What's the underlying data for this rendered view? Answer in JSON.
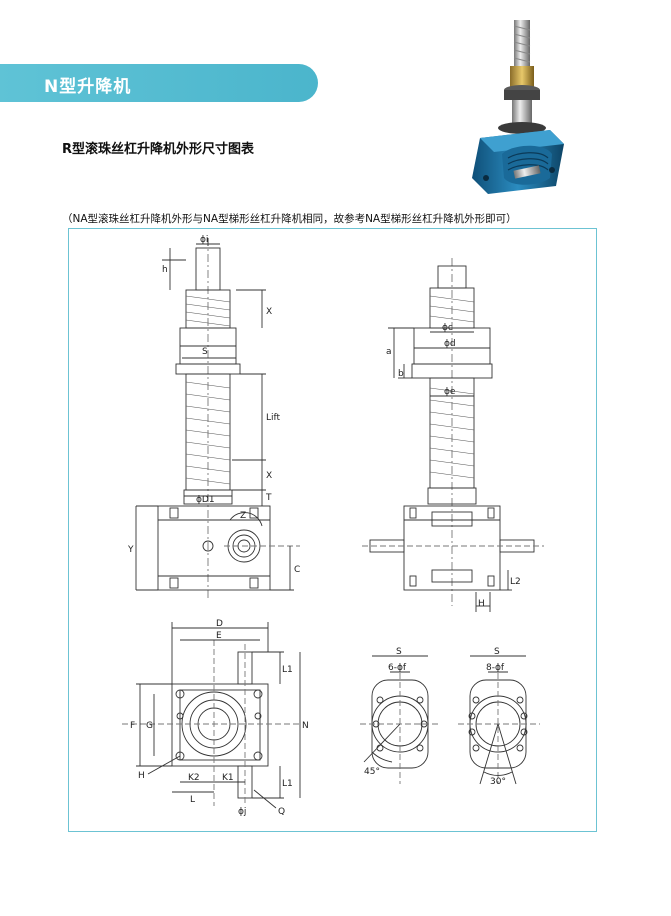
{
  "header": {
    "title": "N型升降机"
  },
  "section": {
    "title": "R型滚珠丝杠升降机外形尺寸图表"
  },
  "note": {
    "text": "（NA型滚珠丝杠升降机外形与NA型梯形丝杠升降机相同，故参考NA型梯形丝杠升降机外形即可）"
  },
  "labels": {
    "phi_i": "ϕi",
    "h": "h",
    "X": "X",
    "S": "S",
    "Lift": "Lift",
    "T": "T",
    "phi_D1": "ϕD1",
    "Z": "Z",
    "Y": "Y",
    "C": "C",
    "phi_c": "ϕc",
    "phi_d": "ϕd",
    "a": "a",
    "b": "b",
    "phi_e": "ϕe",
    "H": "H",
    "L2": "L2",
    "D": "D",
    "E": "E",
    "L1": "L1",
    "F": "F",
    "G": "G",
    "N": "N",
    "K1": "K1",
    "K2": "K2",
    "L": "L",
    "phi_j": "ϕj",
    "Q": "Q",
    "six_phi_f": "6-ϕf",
    "eight_phi_f": "8-ϕf",
    "angle45": "45°",
    "angle30": "30°"
  },
  "colors": {
    "accent": "#4bb5cc",
    "frame": "#6cc3d3",
    "body": "#1e6fa0"
  }
}
